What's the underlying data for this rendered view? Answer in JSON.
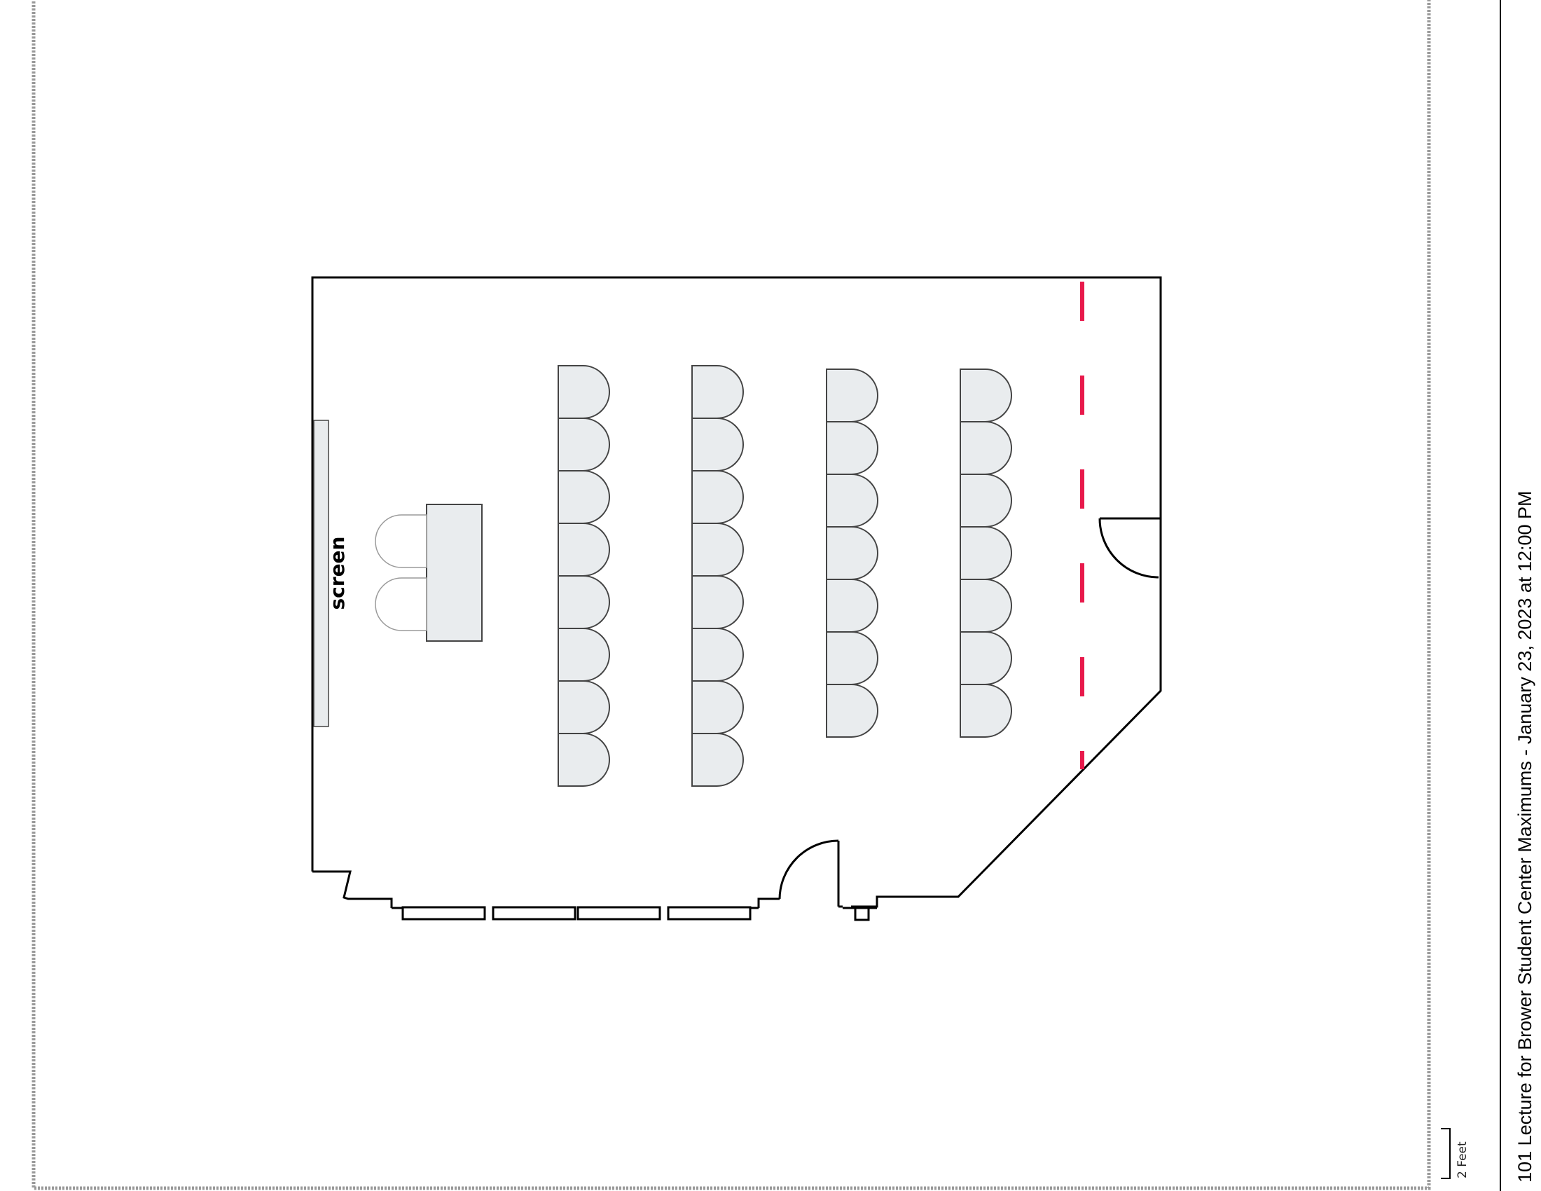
{
  "plan": {
    "screen_label": "screen",
    "footer_title": "101 Lecture for Brower Student Center Maximums - January 23, 2023 at 12:00 PM",
    "scale_label": "2 Feet",
    "seating": {
      "rows": [
        {
          "name": "row-1",
          "chairs": 8
        },
        {
          "name": "row-2",
          "chairs": 8
        },
        {
          "name": "row-3",
          "chairs": 7
        },
        {
          "name": "row-4",
          "chairs": 7
        }
      ],
      "presenter_chairs": 2
    }
  },
  "colors": {
    "wall": "#000000",
    "furniture_fill": "#e9ecee",
    "furniture_stroke": "#444444",
    "egress_line": "#e8194b",
    "border": "#999999"
  }
}
